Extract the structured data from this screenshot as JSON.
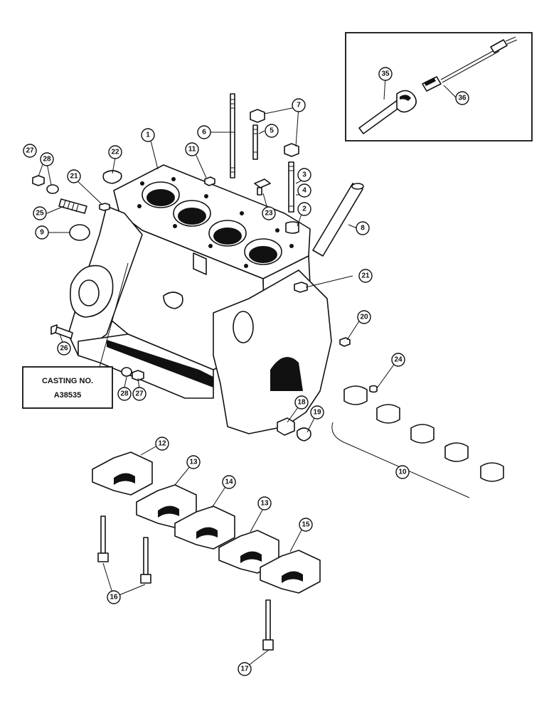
{
  "casting_label": {
    "line1": "CASTING NO.",
    "line2": "A38535"
  },
  "callouts": [
    {
      "id": "c1",
      "label": "1"
    },
    {
      "id": "c2",
      "label": "2"
    },
    {
      "id": "c3",
      "label": "3"
    },
    {
      "id": "c4",
      "label": "4"
    },
    {
      "id": "c5",
      "label": "5"
    },
    {
      "id": "c6",
      "label": "6"
    },
    {
      "id": "c7",
      "label": "7"
    },
    {
      "id": "c8",
      "label": "8"
    },
    {
      "id": "c9",
      "label": "9"
    },
    {
      "id": "c10",
      "label": "10"
    },
    {
      "id": "c11",
      "label": "11"
    },
    {
      "id": "c12",
      "label": "12"
    },
    {
      "id": "c13a",
      "label": "13"
    },
    {
      "id": "c13b",
      "label": "13"
    },
    {
      "id": "c14",
      "label": "14"
    },
    {
      "id": "c15",
      "label": "15"
    },
    {
      "id": "c16",
      "label": "16"
    },
    {
      "id": "c17",
      "label": "17"
    },
    {
      "id": "c18",
      "label": "18"
    },
    {
      "id": "c19",
      "label": "19"
    },
    {
      "id": "c20",
      "label": "20"
    },
    {
      "id": "c21a",
      "label": "21"
    },
    {
      "id": "c21b",
      "label": "21"
    },
    {
      "id": "c22",
      "label": "22"
    },
    {
      "id": "c23",
      "label": "23"
    },
    {
      "id": "c24",
      "label": "24"
    },
    {
      "id": "c25",
      "label": "25"
    },
    {
      "id": "c26",
      "label": "26"
    },
    {
      "id": "c27a",
      "label": "27"
    },
    {
      "id": "c27b",
      "label": "27"
    },
    {
      "id": "c28a",
      "label": "28"
    },
    {
      "id": "c28b",
      "label": "28"
    },
    {
      "id": "c35",
      "label": "35"
    },
    {
      "id": "c36",
      "label": "36"
    }
  ]
}
